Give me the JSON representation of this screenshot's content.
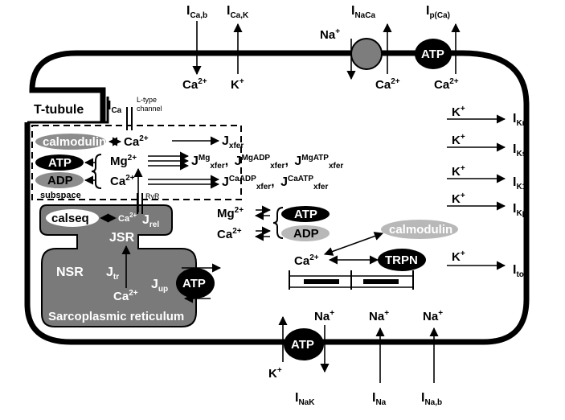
{
  "membrane": {
    "t_tubule": "T-tubule",
    "subspace": "subspace",
    "l_type": [
      "L-type",
      "channel"
    ],
    "ryr": "RyR",
    "sr_label": "Sarcoplasmic reticulum",
    "jsr": "JSR",
    "nsr": "NSR",
    "atp": "ATP",
    "trpn": "TRPN"
  },
  "buffers": {
    "calmodulin": "calmodulin",
    "atp": "ATP",
    "adp": "ADP",
    "calseq": "calseq"
  },
  "ions": {
    "ca": "Ca",
    "na": "Na",
    "k": "K",
    "mg": "Mg",
    "charge_2plus": "2+",
    "charge_plus": "+"
  },
  "currents": {
    "I": "I",
    "ca_b": "Ca,b",
    "ca_k": "Ca,K",
    "naca": "NaCa",
    "p_ca": "p(Ca)",
    "ca_l": "Ca",
    "kr": "Kr",
    "ks": "Ks",
    "k1": "K1",
    "kp": "Kp",
    "to1": "to1",
    "nak": "NaK",
    "na": "Na",
    "na_b": "Na,b"
  },
  "fluxes": {
    "J": "J",
    "xfer": "xfer",
    "rel": "rel",
    "tr": "tr",
    "up": "up",
    "mg": "Mg",
    "mgadp": "MgADP",
    "mgatp": "MgATP",
    "caadp": "CaADP",
    "caatp": "CaATP",
    "comma": ","
  },
  "colors": {
    "membrane": "#000000",
    "sr_fill": "#7a7a7a",
    "gray_ellipse": "#8c8c8c",
    "light_ellipse": "#b8b8b8",
    "naca_exchanger": "#7d7d7d"
  }
}
